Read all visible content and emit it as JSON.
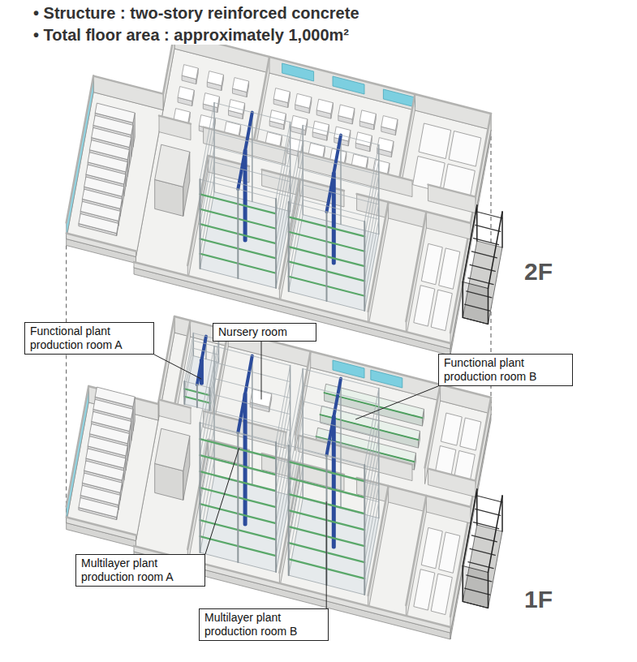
{
  "diagram": {
    "nodes": [
      {
        "text": [
          "Functional plant production room A"
        ]
      },
      {
        "text": [
          "Nursery room"
        ]
      },
      {
        "text": [
          "Functional plant production room B"
        ]
      },
      {
        "text": [
          "Multilayer plant production room A"
        ]
      },
      {
        "text": [
          "Multilayer plant production room B"
        ]
      }
    ],
    "labels": [
      "• Structure : two-story reinforced concrete",
      "• Total floor area : approximately 1,000m²",
      "2F",
      "1F"
    ]
  }
}
